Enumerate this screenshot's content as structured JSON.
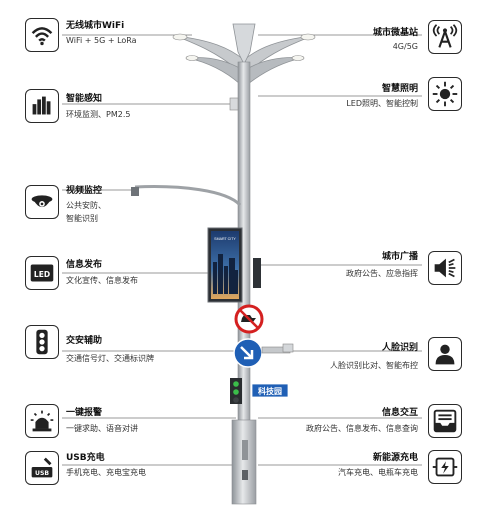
{
  "features": {
    "wifi": {
      "title": "无线城市WiFi",
      "desc": "WiFi + 5G + LoRa"
    },
    "base_station": {
      "title": "城市微基站",
      "desc": "4G/5G"
    },
    "sensing": {
      "title": "智能感知",
      "desc": "环境监测、PM2.5"
    },
    "lighting": {
      "title": "智慧照明",
      "desc": "LED照明、智能控制"
    },
    "video": {
      "title": "视频监控",
      "desc_line1": "公共安防、",
      "desc_line2": "智能识别"
    },
    "broadcast": {
      "title": "城市广播",
      "desc": "政府公告、应急指挥"
    },
    "publish": {
      "title": "信息发布",
      "desc": "文化宣传、信息发布"
    },
    "traffic": {
      "title": "交安辅助",
      "desc": "交通信号灯、交通标识牌"
    },
    "face": {
      "title": "人脸识别",
      "desc": "人脸识别比对、智能布控"
    },
    "alarm": {
      "title": "一键报警",
      "desc": "一键求助、语音对讲"
    },
    "interaction": {
      "title": "信息交互",
      "desc": "政府公告、信息发布、信息查询"
    },
    "usb": {
      "title": "USB充电",
      "desc": "手机充电、充电宝充电"
    },
    "ev": {
      "title": "新能源充电",
      "desc": "汽车充电、电瓶车充电"
    }
  },
  "pole": {
    "sign_text": "科技园",
    "screen_text": "SMART CITY",
    "led_label": "LED",
    "usb_label": "USB"
  },
  "colors": {
    "sign_blue": "#1f5fb5",
    "no_entry_red": "#d42020",
    "pole": "#b9bdc2"
  }
}
